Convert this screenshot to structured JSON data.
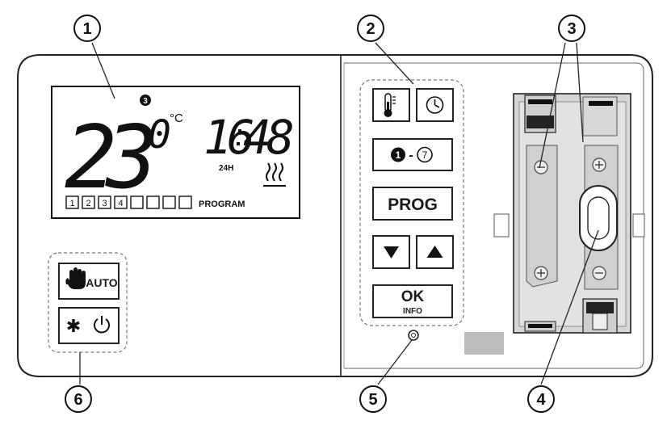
{
  "callouts": [
    "1",
    "2",
    "3",
    "4",
    "5",
    "6"
  ],
  "display": {
    "temperature": "23",
    "temperature_decimal": "0",
    "unit": "°C",
    "time_hours": "16",
    "time_minutes": "48",
    "time_format": "24H",
    "day_indicator": "3",
    "program_slots": [
      "1",
      "2",
      "3",
      "4",
      "",
      "",
      "",
      ""
    ],
    "program_label": "PROGRAM",
    "heating_icon": "heat-waves-icon"
  },
  "buttons": {
    "temperature_icon": "thermometer-icon",
    "clock_icon": "clock-icon",
    "day_range": "1-7",
    "prog": "PROG",
    "down_icon": "triangle-down-icon",
    "up_icon": "triangle-up-icon",
    "ok": "OK",
    "info": "INFO",
    "auto": "AUTO",
    "manual_icon": "hand-icon",
    "frost_icon": "snowflake-icon",
    "power_icon": "power-icon"
  },
  "battery": {
    "minus_symbol": "⊖",
    "plus_symbol": "⊕"
  }
}
